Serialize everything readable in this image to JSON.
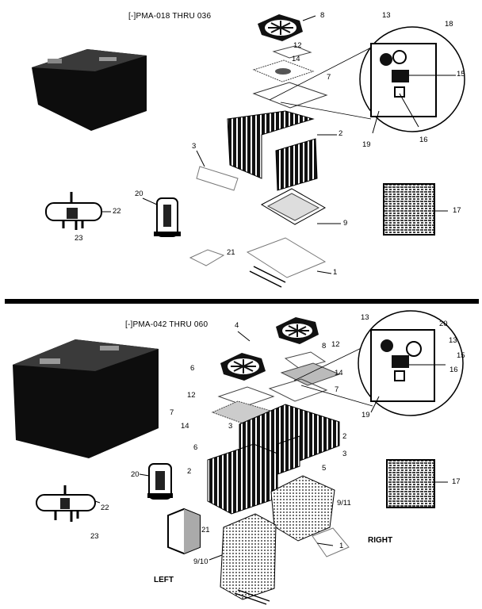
{
  "top_section": {
    "title": "[-]PMA-018 THRU 036",
    "labels": [
      "8",
      "12",
      "14",
      "7",
      "13",
      "18",
      "15",
      "16",
      "19",
      "2",
      "3",
      "20",
      "22",
      "23",
      "9",
      "17",
      "21",
      "1"
    ]
  },
  "bottom_section": {
    "title": "[-]PMA-042 THRU 060",
    "labels": [
      "4",
      "8",
      "12",
      "13",
      "20",
      "13",
      "15",
      "16",
      "14",
      "6",
      "7",
      "12",
      "7",
      "14",
      "19",
      "3",
      "2",
      "6",
      "3",
      "5",
      "20",
      "2",
      "9/11",
      "17",
      "22",
      "23",
      "21",
      "1",
      "9/10"
    ],
    "side_right": "RIGHT",
    "side_left": "LEFT"
  },
  "colors": {
    "ink": "#000000",
    "paper": "#ffffff",
    "fill_dark": "#111111",
    "fill_grey": "#777777"
  }
}
